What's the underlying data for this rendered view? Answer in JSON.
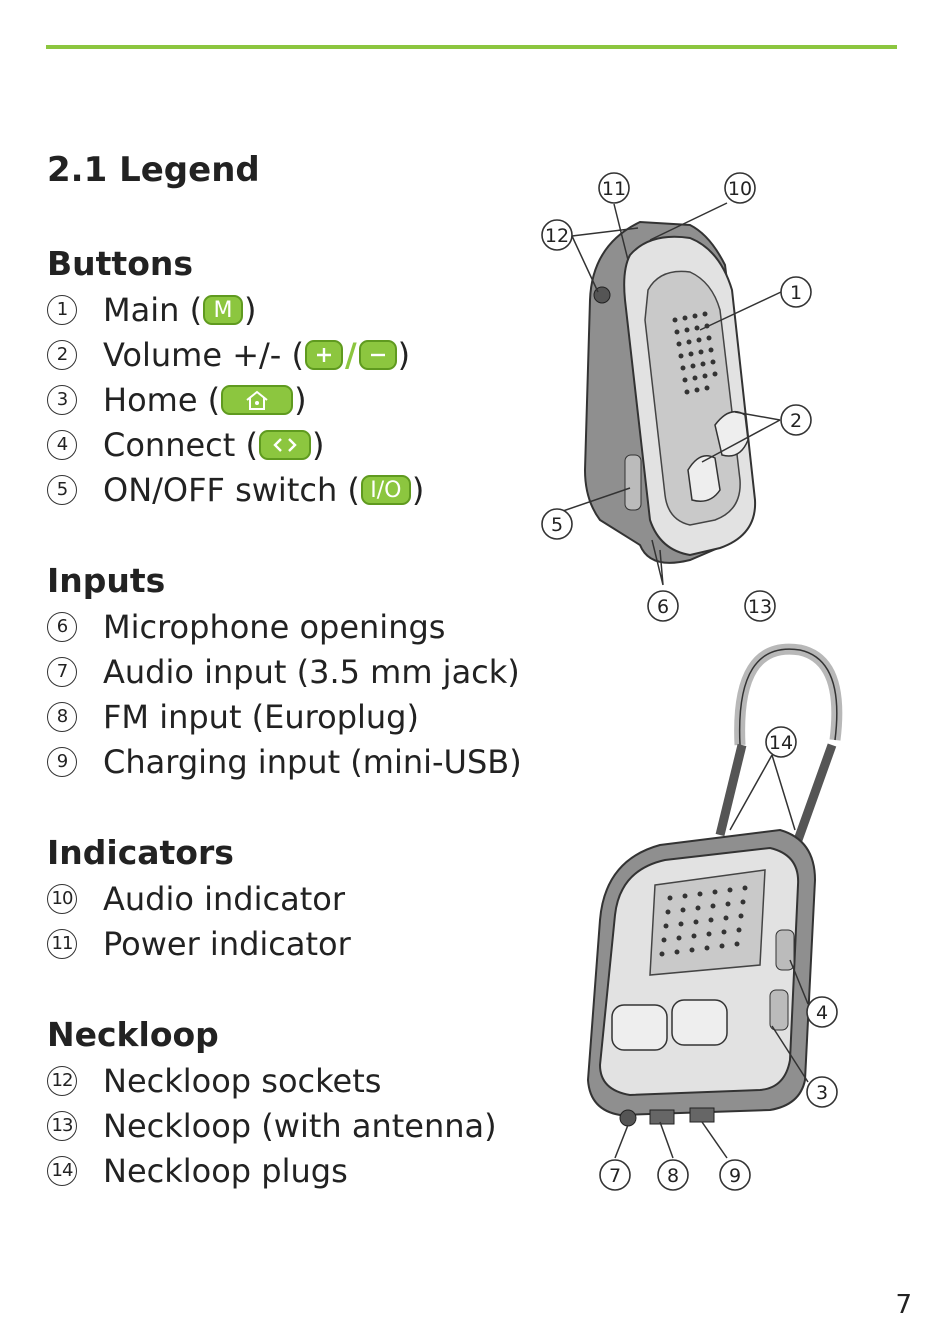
{
  "section_title": "2.1 Legend",
  "groups": {
    "buttons": {
      "heading": "Buttons",
      "items": [
        {
          "num": "1",
          "label": "Main (",
          "badge": "M",
          "end": ")"
        },
        {
          "num": "2",
          "label": "Volume +/- (",
          "end": ")"
        },
        {
          "num": "3",
          "label": "Home (",
          "end": ")"
        },
        {
          "num": "4",
          "label": "Connect (",
          "end": ")"
        },
        {
          "num": "5",
          "label": "ON/OFF switch (",
          "badge": "I/O",
          "end": ")"
        }
      ]
    },
    "inputs": {
      "heading": "Inputs",
      "items": [
        {
          "num": "6",
          "label": "Microphone openings"
        },
        {
          "num": "7",
          "label": "Audio input (3.5 mm jack)"
        },
        {
          "num": "8",
          "label": "FM input (Europlug)"
        },
        {
          "num": "9",
          "label": "Charging input (mini-USB)"
        }
      ]
    },
    "indicators": {
      "heading": "Indicators",
      "items": [
        {
          "num": "10",
          "label": "Audio indicator"
        },
        {
          "num": "11",
          "label": "Power indicator"
        }
      ]
    },
    "neckloop": {
      "heading": "Neckloop",
      "items": [
        {
          "num": "12",
          "label": "Neckloop sockets"
        },
        {
          "num": "13",
          "label": "Neckloop (with antenna)"
        },
        {
          "num": "14",
          "label": "Neckloop plugs"
        }
      ]
    }
  },
  "figure": {
    "callouts": [
      "11",
      "10",
      "12",
      "1",
      "2",
      "5",
      "6",
      "13",
      "14",
      "4",
      "3",
      "7",
      "8",
      "9"
    ]
  },
  "page_number": "7",
  "colors": {
    "accent": "#8cc63f",
    "accent_dark": "#5f9a1f",
    "text": "#222222"
  }
}
